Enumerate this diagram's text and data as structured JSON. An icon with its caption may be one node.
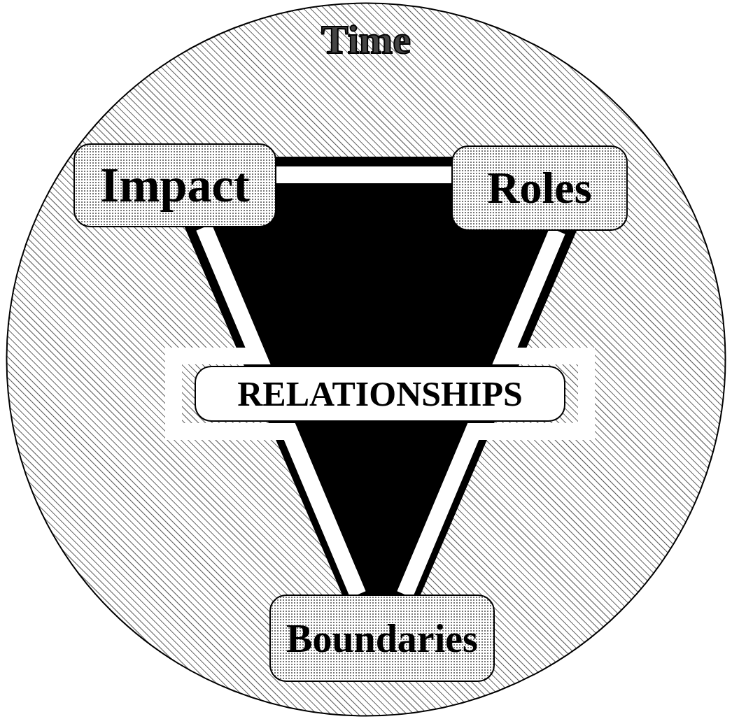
{
  "diagram": {
    "nodes": [
      {
        "text": [
          "Time"
        ]
      },
      {
        "text": [
          "Impact"
        ],
        "in": 0
      },
      {
        "text": [
          "Roles"
        ],
        "in": 0
      },
      {
        "text": [
          "RELATIONSHIPS"
        ],
        "in": 0
      },
      {
        "text": [
          "Boundaries"
        ],
        "in": 0
      }
    ],
    "edges": [
      {
        "from": 1,
        "to": 2,
        "arrow": "none"
      },
      {
        "from": 2,
        "to": 4,
        "arrow": "none"
      },
      {
        "from": 4,
        "to": 1,
        "arrow": "none"
      }
    ]
  }
}
